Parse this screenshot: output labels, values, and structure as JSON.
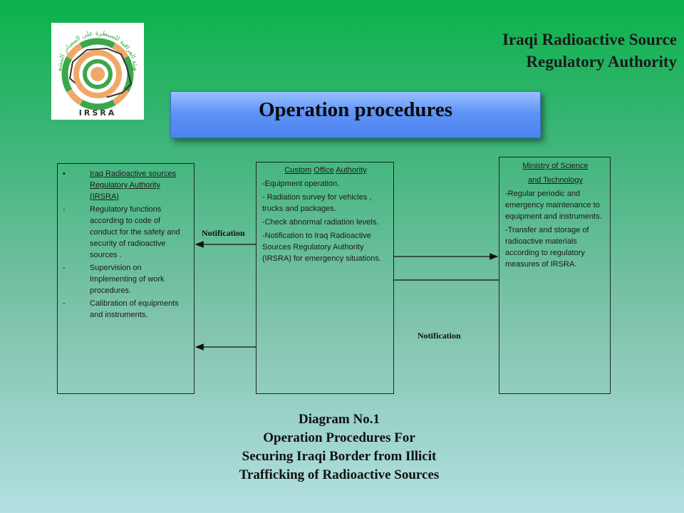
{
  "logo": {
    "arabic_text": "الهيئة العراقية للسيطرة على المصادر المشعة",
    "label": "IRSRA",
    "colors": {
      "orange": "#f0a868",
      "green": "#3aa84a",
      "dark": "#333333"
    }
  },
  "header": {
    "org_line1": "Iraqi Radioactive Source",
    "org_line2": "Regulatory Authority",
    "banner_title": "Operation procedures",
    "banner_color": "#5f93f5"
  },
  "boxes": {
    "left": {
      "bullet": "•",
      "title": "Iraq Radioactive sources Regulatory Authority (IRSRA)",
      "items": [
        {
          "marker": "-",
          "text": "Regulatory functions according to code of conduct for the safety and security of radioactive sources ."
        },
        {
          "marker": "-",
          "text": "Supervision on Implementing of work procedures."
        },
        {
          "marker": "-",
          "text": "Calibration of equipments and instruments."
        }
      ]
    },
    "middle": {
      "title_word1": "Custom",
      "title_word2": "Office",
      "title_word3": "Authority",
      "items": [
        "-Equipment operation.",
        "- Radiation survey for vehicles , trucks and packages.",
        "-Check abnormal radiation levels.",
        "-Notification to Iraq Radioactive Sources Regulatory Authority (IRSRA) for emergency situations."
      ]
    },
    "right": {
      "title_line1": "Ministry of Science",
      "title_line2": "and Technology",
      "items": [
        "-Regular periodic and emergency maintenance to equipment and instruments.",
        "-Transfer and storage of radioactive materials according to regulatory measures of IRSRA."
      ]
    }
  },
  "connectors": {
    "notification_1": "Notification",
    "notification_2": "Notification"
  },
  "caption": {
    "line1": "Diagram No.1",
    "line2": "Operation Procedures For",
    "line3": "Securing Iraqi Border from Illicit",
    "line4": "Trafficking of Radioactive Sources"
  }
}
